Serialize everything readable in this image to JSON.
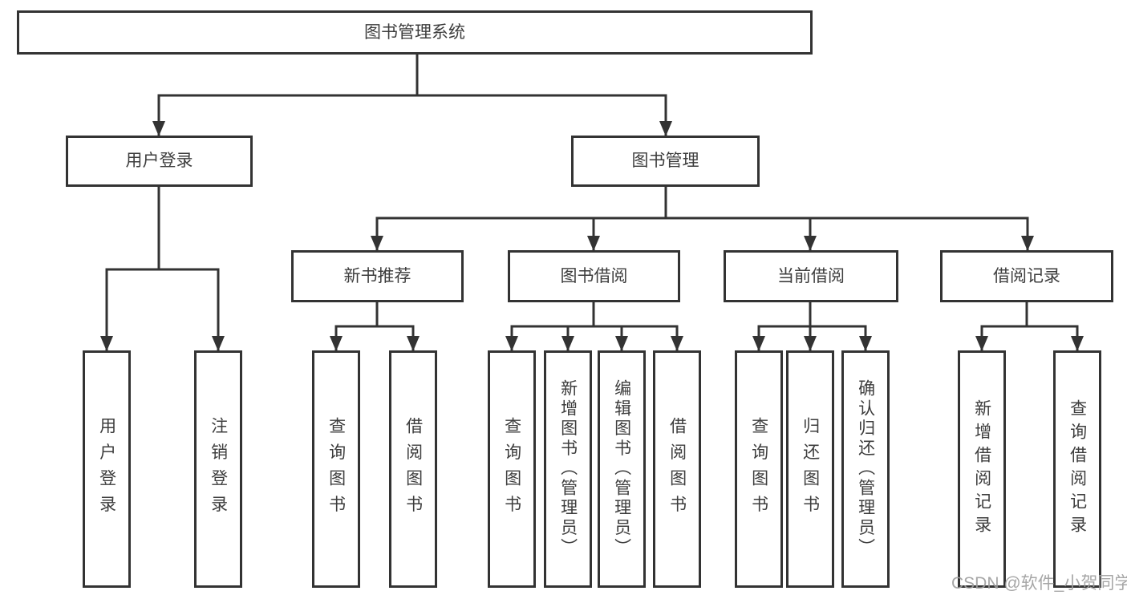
{
  "diagram": {
    "tree": {
      "label": "图书管理系统",
      "children": [
        {
          "label": "用户登录",
          "children": [
            {
              "label": "用户登录"
            },
            {
              "label": "注销登录"
            }
          ]
        },
        {
          "label": "图书管理",
          "children": [
            {
              "label": "新书推荐",
              "children": [
                {
                  "label": "查询图书"
                },
                {
                  "label": "借阅图书"
                }
              ]
            },
            {
              "label": "图书借阅",
              "children": [
                {
                  "label": "查询图书"
                },
                {
                  "label": "新增图书（管理员）"
                },
                {
                  "label": "编辑图书（管理员）"
                },
                {
                  "label": "借阅图书"
                }
              ]
            },
            {
              "label": "当前借阅",
              "children": [
                {
                  "label": "查询图书"
                },
                {
                  "label": "归还图书"
                },
                {
                  "label": "确认归还（管理员）"
                }
              ]
            },
            {
              "label": "借阅记录",
              "children": [
                {
                  "label": "新增借阅记录"
                },
                {
                  "label": "查询借阅记录"
                }
              ]
            }
          ]
        }
      ]
    },
    "colors": {
      "line": "#333333",
      "text": "#3d3d3d",
      "background": "#ffffff",
      "watermark": "#9e9e9e"
    }
  },
  "watermark": {
    "text": "CSDN @软件_小贺同学"
  }
}
